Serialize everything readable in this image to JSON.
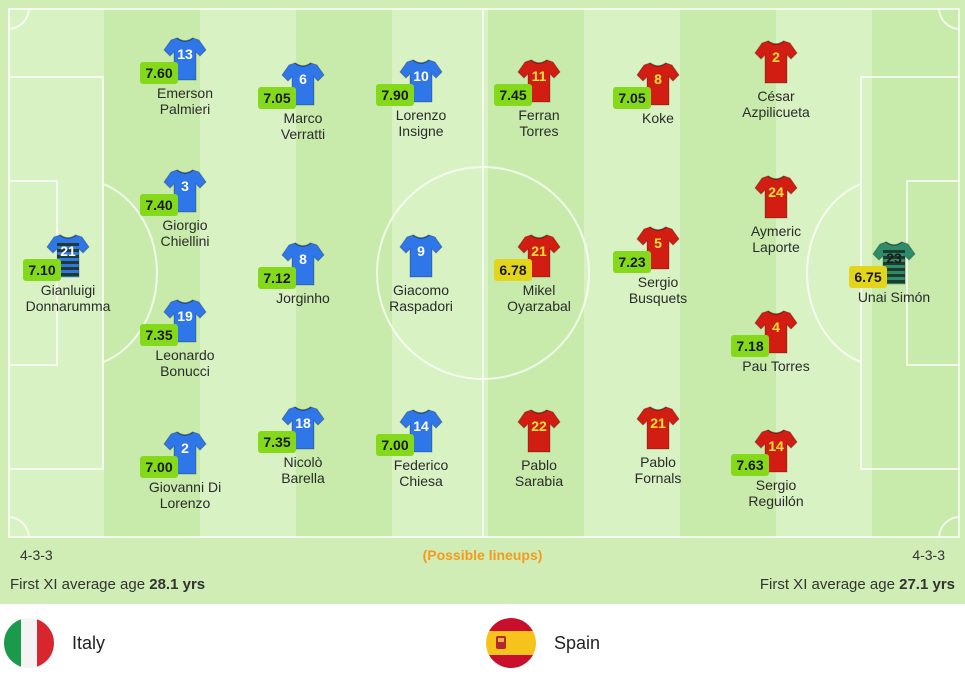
{
  "notice": "(Possible lineups)",
  "home": {
    "name": "Italy",
    "formation": "4-3-3",
    "avg_age_label": "First XI average age",
    "avg_age_value": "28.1 yrs",
    "shirt_color": "#2f76e8",
    "flag_icon": "italy-flag-icon",
    "players": [
      {
        "num": "21",
        "rating": "7.10",
        "rating_color": "green",
        "name": "Gianluigi\nDonnarumma",
        "gk": true
      },
      {
        "num": "13",
        "rating": "7.60",
        "rating_color": "green",
        "name": "Emerson\nPalmieri"
      },
      {
        "num": "3",
        "rating": "7.40",
        "rating_color": "green",
        "name": "Giorgio\nChiellini"
      },
      {
        "num": "19",
        "rating": "7.35",
        "rating_color": "green",
        "name": "Leonardo\nBonucci"
      },
      {
        "num": "2",
        "rating": "7.00",
        "rating_color": "green",
        "name": "Giovanni Di\nLorenzo"
      },
      {
        "num": "6",
        "rating": "7.05",
        "rating_color": "green",
        "name": "Marco\nVerratti"
      },
      {
        "num": "8",
        "rating": "7.12",
        "rating_color": "green",
        "name": "Jorginho"
      },
      {
        "num": "18",
        "rating": "7.35",
        "rating_color": "green",
        "name": "Nicolò\nBarella"
      },
      {
        "num": "10",
        "rating": "7.90",
        "rating_color": "green",
        "name": "Lorenzo\nInsigne"
      },
      {
        "num": "9",
        "rating": "",
        "rating_color": "green",
        "name": "Giacomo\nRaspadori"
      },
      {
        "num": "14",
        "rating": "7.00",
        "rating_color": "green",
        "name": "Federico\nChiesa"
      }
    ]
  },
  "away": {
    "name": "Spain",
    "formation": "4-3-3",
    "avg_age_label": "First XI average age",
    "avg_age_value": "27.1 yrs",
    "shirt_color": "#d21d12",
    "flag_icon": "spain-flag-icon",
    "players": [
      {
        "num": "11",
        "rating": "7.45",
        "rating_color": "green",
        "name": "Ferran\nTorres"
      },
      {
        "num": "21",
        "rating": "6.78",
        "rating_color": "yellow",
        "name": "Mikel\nOyarzabal"
      },
      {
        "num": "22",
        "rating": "",
        "rating_color": "green",
        "name": "Pablo\nSarabia"
      },
      {
        "num": "8",
        "rating": "7.05",
        "rating_color": "green",
        "name": "Koke"
      },
      {
        "num": "5",
        "rating": "7.23",
        "rating_color": "green",
        "name": "Sergio\nBusquets"
      },
      {
        "num": "21",
        "rating": "",
        "rating_color": "green",
        "name": "Pablo\nFornals"
      },
      {
        "num": "2",
        "rating": "",
        "rating_color": "green",
        "name": "César\nAzpilicueta"
      },
      {
        "num": "24",
        "rating": "",
        "rating_color": "green",
        "name": "Aymeric\nLaporte"
      },
      {
        "num": "4",
        "rating": "7.18",
        "rating_color": "green",
        "name": "Pau Torres"
      },
      {
        "num": "14",
        "rating": "7.63",
        "rating_color": "green",
        "name": "Sergio\nReguilón"
      },
      {
        "num": "23",
        "rating": "6.75",
        "rating_color": "yellow",
        "name": "Unai Simón",
        "gk": true
      }
    ]
  }
}
